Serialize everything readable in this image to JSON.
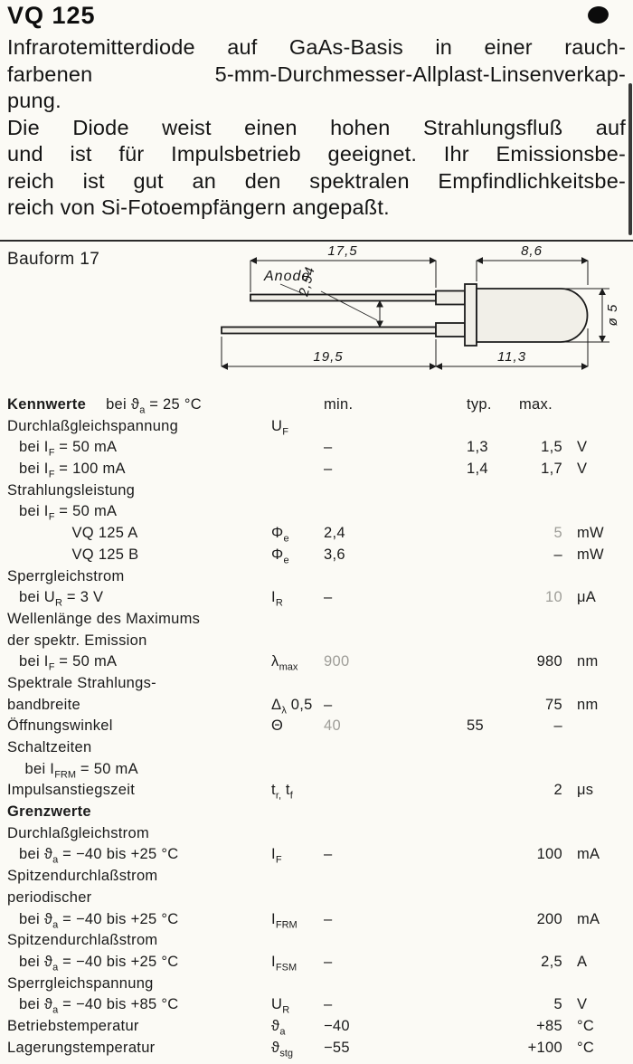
{
  "page": {
    "title": "VQ 125",
    "p1_lines": [
      "Infrarotemitterdiode auf GaAs-Basis in einer rauch-",
      "farbenen 5-mm-Durchmesser-Allplast-Linsenverkap-",
      "pung."
    ],
    "p2_lines": [
      "Die Diode weist einen hohen Strahlungsfluß auf",
      "und ist für Impulsbetrieb geeignet. Ihr Emissionsbe-",
      "reich ist gut an den spektralen Empfindlichkeitsbe-",
      "reich von Si-Fotoempfängern angepaßt."
    ]
  },
  "drawing": {
    "bauform_label": "Bauform 17",
    "anode_label": "Anode",
    "dim_lead_top": "17,5",
    "dim_cap_top": "8,6",
    "dim_pitch": "2,54",
    "dim_lead_bottom": "19,5",
    "dim_cap_bottom": "11,3",
    "dim_diameter": "ø 5"
  },
  "table": {
    "header": {
      "section": "Kennwerte",
      "cond_pre": "bei ",
      "cond_sym": "ϑ",
      "cond_sub": "a",
      "cond_post": " = 25 °C",
      "min": "min.",
      "typ": "typ.",
      "max": "max."
    },
    "rows": [
      {
        "name": [
          {
            "t": "Durchlaßgleichspannung"
          }
        ],
        "sym": [
          {
            "t": "U"
          },
          {
            "t": "F",
            "sub": true
          }
        ]
      },
      {
        "indent": 1,
        "name": [
          {
            "t": "bei I"
          },
          {
            "t": "F",
            "sub": true
          },
          {
            "t": " = 50 mA"
          }
        ],
        "min": "–",
        "typ": "1,3",
        "max": "1,5",
        "unit": "V"
      },
      {
        "indent": 1,
        "name": [
          {
            "t": "bei I"
          },
          {
            "t": "F",
            "sub": true
          },
          {
            "t": " = 100 mA"
          }
        ],
        "min": "–",
        "typ": "1,4",
        "max": "1,7",
        "unit": "V"
      },
      {
        "name": [
          {
            "t": "Strahlungsleistung"
          }
        ]
      },
      {
        "indent": 1,
        "name": [
          {
            "t": "bei I"
          },
          {
            "t": "F",
            "sub": true
          },
          {
            "t": " = 50 mA"
          }
        ]
      },
      {
        "indent": 5.5,
        "name": [
          {
            "t": "VQ 125 A"
          }
        ],
        "sym": [
          {
            "t": "Φ"
          },
          {
            "t": "e",
            "sub": true
          }
        ],
        "min": "2,4",
        "max": "5",
        "maxFaint": true,
        "unit": "mW"
      },
      {
        "indent": 5.5,
        "name": [
          {
            "t": "VQ 125 B"
          }
        ],
        "sym": [
          {
            "t": "Φ"
          },
          {
            "t": "e",
            "sub": true
          }
        ],
        "min": "3,6",
        "max": "–",
        "unit": "mW"
      },
      {
        "name": [
          {
            "t": "Sperrgleichstrom"
          }
        ]
      },
      {
        "indent": 1,
        "name": [
          {
            "t": "bei U"
          },
          {
            "t": "R",
            "sub": true
          },
          {
            "t": " = 3 V"
          }
        ],
        "sym": [
          {
            "t": "I"
          },
          {
            "t": "R",
            "sub": true
          }
        ],
        "min": "–",
        "max": "10",
        "maxFaint": true,
        "unit": "μA"
      },
      {
        "name": [
          {
            "t": "Wellenlänge des Maximums"
          }
        ]
      },
      {
        "name": [
          {
            "t": "der spektr. Emission"
          }
        ]
      },
      {
        "indent": 1,
        "name": [
          {
            "t": "bei I"
          },
          {
            "t": "F",
            "sub": true
          },
          {
            "t": " = 50 mA"
          }
        ],
        "sym": [
          {
            "t": "λ"
          },
          {
            "t": "max",
            "sub": true
          }
        ],
        "min": "900",
        "minFaint": true,
        "max": "980",
        "unit": "nm"
      },
      {
        "name": [
          {
            "t": "Spektrale Strahlungs-"
          }
        ]
      },
      {
        "name": [
          {
            "t": "bandbreite"
          }
        ],
        "sym": [
          {
            "t": "Δ"
          },
          {
            "t": "λ",
            "sub": true
          },
          {
            "t": " 0,5"
          }
        ],
        "min": "–",
        "max": "75",
        "unit": "nm"
      },
      {
        "name": [
          {
            "t": "Öffnungswinkel"
          }
        ],
        "sym": [
          {
            "t": "Θ"
          }
        ],
        "min": "40",
        "minFaint": true,
        "typ": "55",
        "max": "–"
      },
      {
        "name": [
          {
            "t": "Schaltzeiten"
          }
        ]
      },
      {
        "indent": 1.5,
        "name": [
          {
            "t": "bei I"
          },
          {
            "t": "FRM",
            "sub": true
          },
          {
            "t": " = 50 mA"
          }
        ]
      },
      {
        "name": [
          {
            "t": "Impulsanstiegszeit"
          }
        ],
        "sym": [
          {
            "t": "t"
          },
          {
            "t": "r,",
            "sub": true
          },
          {
            "t": " t"
          },
          {
            "t": "f",
            "sub": true
          }
        ],
        "max": "2",
        "unit": "μs"
      },
      {
        "name": [
          {
            "t": "Grenzwerte"
          }
        ],
        "bold": true
      },
      {
        "name": [
          {
            "t": "Durchlaßgleichstrom"
          }
        ]
      },
      {
        "indent": 1,
        "name": [
          {
            "t": "bei "
          },
          {
            "t": "ϑ"
          },
          {
            "t": "a",
            "sub": true
          },
          {
            "t": " = −40 bis +25 °C"
          }
        ],
        "sym": [
          {
            "t": "I"
          },
          {
            "t": "F",
            "sub": true
          }
        ],
        "min": "–",
        "max": "100",
        "unit": "mA"
      },
      {
        "name": [
          {
            "t": "Spitzendurchlaßstrom"
          }
        ]
      },
      {
        "name": [
          {
            "t": "periodischer"
          }
        ]
      },
      {
        "indent": 1,
        "name": [
          {
            "t": "bei "
          },
          {
            "t": "ϑ"
          },
          {
            "t": "a",
            "sub": true
          },
          {
            "t": " = −40 bis +25 °C"
          }
        ],
        "sym": [
          {
            "t": "I"
          },
          {
            "t": "FRM",
            "sub": true
          }
        ],
        "min": "–",
        "max": "200",
        "unit": "mA"
      },
      {
        "name": [
          {
            "t": "Spitzendurchlaßstrom"
          }
        ]
      },
      {
        "indent": 1,
        "name": [
          {
            "t": "bei "
          },
          {
            "t": "ϑ"
          },
          {
            "t": "a",
            "sub": true
          },
          {
            "t": " = −40 bis +25 °C"
          }
        ],
        "sym": [
          {
            "t": "I"
          },
          {
            "t": "FSM",
            "sub": true
          }
        ],
        "min": "–",
        "max": "2,5",
        "unit": "A"
      },
      {
        "name": [
          {
            "t": "Sperrgleichspannung"
          }
        ]
      },
      {
        "indent": 1,
        "name": [
          {
            "t": "bei "
          },
          {
            "t": "ϑ"
          },
          {
            "t": "a",
            "sub": true
          },
          {
            "t": " = −40 bis +85 °C"
          }
        ],
        "sym": [
          {
            "t": "U"
          },
          {
            "t": "R",
            "sub": true
          }
        ],
        "min": "–",
        "max": "5",
        "unit": "V"
      },
      {
        "name": [
          {
            "t": "Betriebstemperatur"
          }
        ],
        "sym": [
          {
            "t": "ϑ"
          },
          {
            "t": "a",
            "sub": true
          }
        ],
        "min": "−40",
        "max": "+85",
        "unit": "°C"
      },
      {
        "name": [
          {
            "t": "Lagerungstemperatur"
          }
        ],
        "sym": [
          {
            "t": "ϑ"
          },
          {
            "t": "stg",
            "sub": true
          }
        ],
        "min": "−55",
        "max": "+100",
        "unit": "°C"
      }
    ]
  }
}
